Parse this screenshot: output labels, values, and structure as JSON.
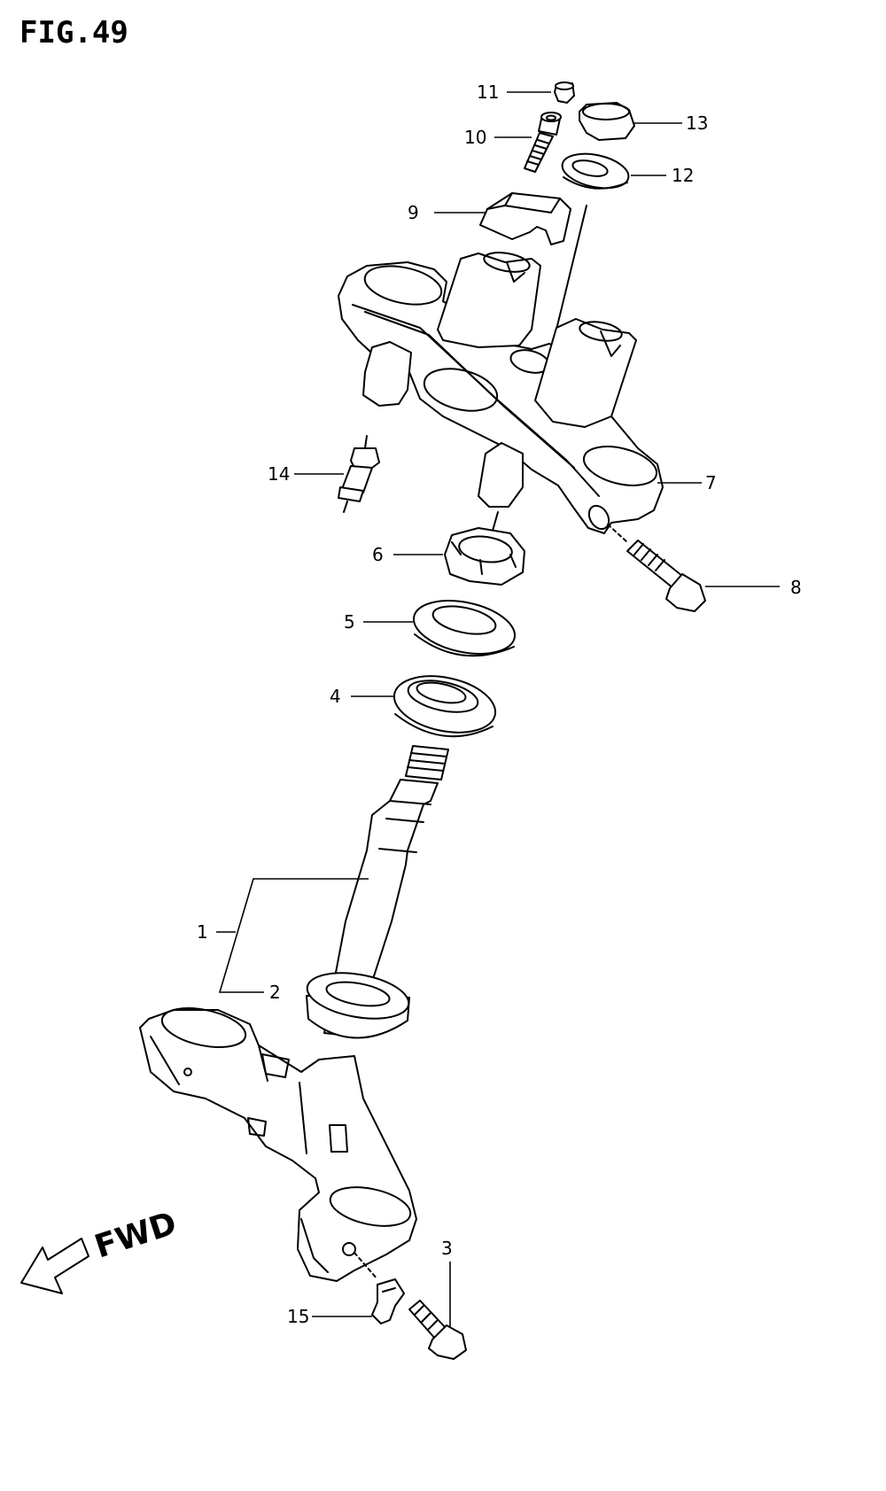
{
  "figure": {
    "title": "FIG.49",
    "direction_label": "FWD",
    "callouts": [
      {
        "id": "1",
        "label": "1"
      },
      {
        "id": "2",
        "label": "2"
      },
      {
        "id": "3",
        "label": "3"
      },
      {
        "id": "4",
        "label": "4"
      },
      {
        "id": "5",
        "label": "5"
      },
      {
        "id": "6",
        "label": "6"
      },
      {
        "id": "7",
        "label": "7"
      },
      {
        "id": "8",
        "label": "8"
      },
      {
        "id": "9",
        "label": "9"
      },
      {
        "id": "10",
        "label": "10"
      },
      {
        "id": "11",
        "label": "11"
      },
      {
        "id": "12",
        "label": "12"
      },
      {
        "id": "13",
        "label": "13"
      },
      {
        "id": "14",
        "label": "14"
      },
      {
        "id": "15",
        "label": "15"
      }
    ]
  }
}
